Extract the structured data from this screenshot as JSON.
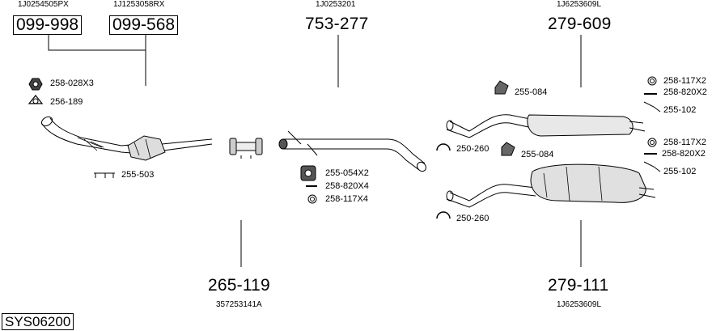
{
  "system_code": "SYS06200",
  "groups": [
    {
      "oe": "1J0254505PX",
      "part": "099-998"
    },
    {
      "oe": "1J1253058RX",
      "part": "099-568"
    },
    {
      "oe": "1J0253201",
      "part": "753-277"
    },
    {
      "oe": "1J6253609L",
      "part": "279-609"
    },
    {
      "oe": "357253141A",
      "part": "265-119"
    },
    {
      "oe": "1J6253609L",
      "part": "279-111"
    }
  ],
  "accessories": {
    "nut_top": "258-028X3",
    "gasket_cat": "256-189",
    "cat_mount": "255-503",
    "clamp_mid": "255-054X2",
    "bolt_mid": "258-820X4",
    "ring_mid": "258-117X4",
    "rear1_ring": "258-117X2",
    "rear1_bolt": "258-820X2",
    "rear1_hanger_r": "255-102",
    "rear1_hanger_l": "255-084",
    "rear1_clamp": "250-260",
    "rear2_ring": "258-117X2",
    "rear2_bolt": "258-820X2",
    "rear2_hanger_r": "255-102",
    "rear2_hanger_l": "255-084",
    "rear2_clamp": "250-260"
  }
}
